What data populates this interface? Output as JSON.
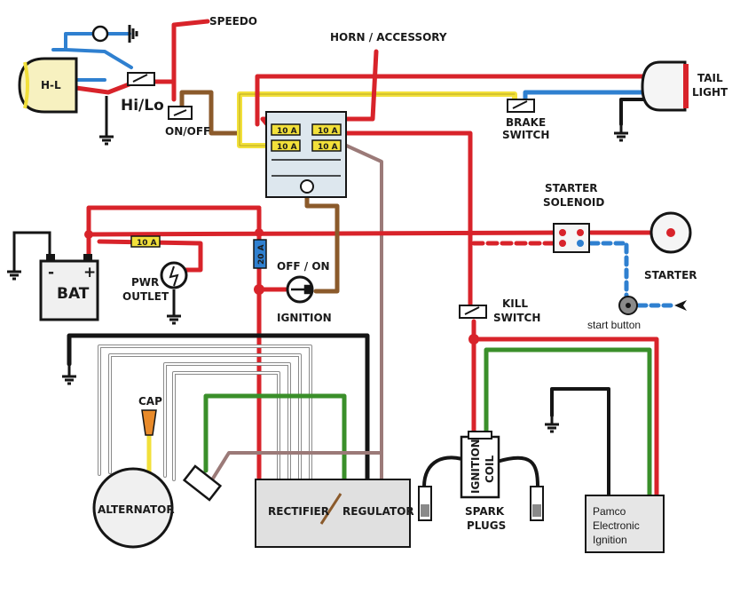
{
  "labels": {
    "speedo": "SPEEDO",
    "horn": "HORN / ACCESSORY",
    "tail1": "TAIL",
    "tail2": "LIGHT",
    "headlight": "H-L",
    "hilo": "Hi/Lo",
    "onoff": "ON/OFF",
    "brake1": "BRAKE",
    "brake2": "SWITCH",
    "fuse1": "10 A",
    "fuse2": "10 A",
    "fuse3": "10 A",
    "fuse4": "10 A",
    "fuse_bat": "10 A",
    "fuse_20": "20 A",
    "starter_sol1": "STARTER",
    "starter_sol2": "SOLENOID",
    "starter": "STARTER",
    "start_button": "start button",
    "bat": "BAT",
    "plus": "+",
    "minus": "-",
    "pwr1": "PWR",
    "pwr2": "OUTLET",
    "offon": "OFF / ON",
    "ignition": "IGNITION",
    "kill1": "KILL",
    "kill2": "SWITCH",
    "cap": "CAP",
    "alternator": "ALTERNATOR",
    "rect": "RECTIFIER",
    "reg": "REGULATOR",
    "coil1": "IGNITION",
    "coil2": "COIL",
    "spark1": "SPARK",
    "spark2": "PLUGS",
    "pamco1": "Pamco",
    "pamco2": "Electronic",
    "pamco3": "Ignition"
  },
  "colors": {
    "red": "#d8232a",
    "blue": "#2f80d0",
    "brown": "#8b5a2b",
    "yellow": "#f2e03a",
    "green": "#3a8f2a",
    "black": "#151515",
    "gray": "#8a8a8a",
    "mauve": "#9b7a78",
    "orange": "#e88a2a"
  }
}
